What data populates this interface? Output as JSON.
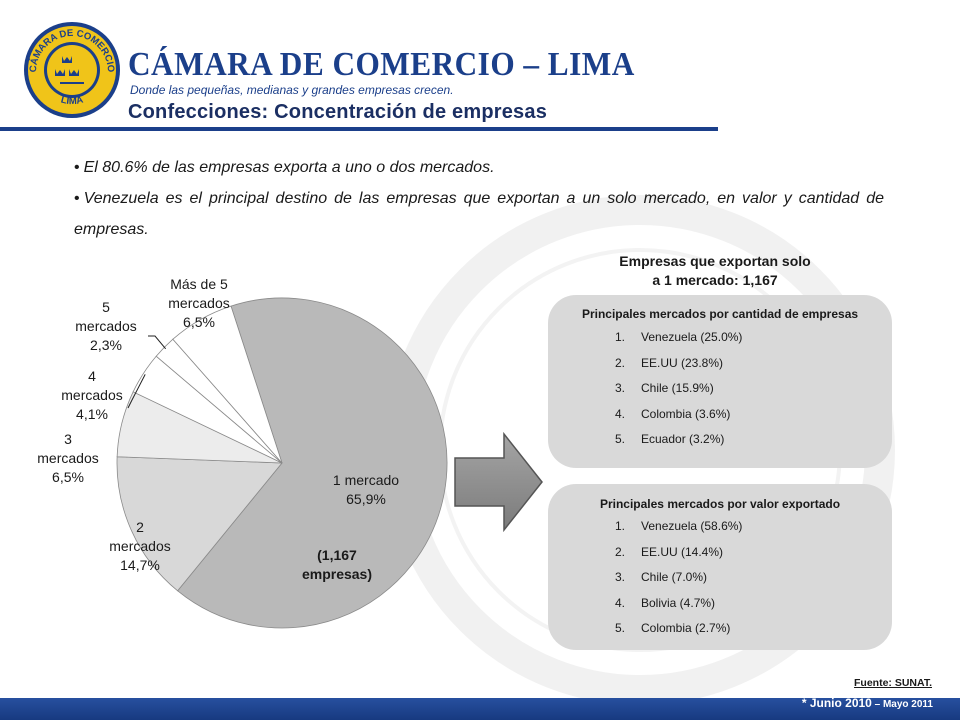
{
  "header": {
    "brand_title": "CÁMARA DE COMERCIO – LIMA",
    "tagline": "Donde las pequeñas, medianas y grandes empresas crecen.",
    "seal_text_top": "CÁMARA DE COMERCIO",
    "seal_text_bottom": "LIMA",
    "slide_title": "Confecciones: Concentración de empresas"
  },
  "bullets": [
    "El 80.6% de las empresas exporta a uno o dos mercados.",
    "Venezuela es el principal destino de las empresas que exportan a un solo mercado, en valor y cantidad de empresas."
  ],
  "chart_data": {
    "type": "pie",
    "start_angle_deg": -18,
    "slices": [
      {
        "label": "1 mercado",
        "display_value": "65,9%",
        "value": 65.9,
        "color": "#b9b9b9",
        "note": "(1,167 empresas)"
      },
      {
        "label": "2 mercados",
        "display_value": "14,7%",
        "value": 14.7,
        "color": "#d8d8d8"
      },
      {
        "label": "3 mercados",
        "display_value": "6,5%",
        "value": 6.5,
        "color": "#ececec"
      },
      {
        "label": "4 mercados",
        "display_value": "4,1%",
        "value": 4.1,
        "color": "#ffffff"
      },
      {
        "label": "5 mercados",
        "display_value": "2,3%",
        "value": 2.3,
        "color": "#ffffff"
      },
      {
        "label": "Más de 5 mercados",
        "display_value": "6,5%",
        "value": 6.5,
        "color": "#ffffff"
      }
    ],
    "labels": [
      {
        "lines": [
          "1 mercado",
          "65,9%"
        ]
      },
      {
        "lines": [
          "(1,167",
          "empresas)"
        ]
      },
      {
        "lines": [
          "2",
          "mercados",
          "14,7%"
        ]
      },
      {
        "lines": [
          "3",
          "mercados",
          "6,5%"
        ]
      },
      {
        "lines": [
          "4",
          "mercados",
          "4,1%"
        ]
      },
      {
        "lines": [
          "5",
          "mercados",
          "2,3%"
        ]
      },
      {
        "lines": [
          "Más de 5",
          "mercados",
          "6,5%"
        ]
      }
    ]
  },
  "right_panel": {
    "heading_line1": "Empresas que exportan solo",
    "heading_line2": "a 1 mercado: 1,167",
    "by_count": {
      "title": "Principales mercados por cantidad de empresas",
      "items": [
        {
          "n": "1.",
          "text": "Venezuela (25.0%)"
        },
        {
          "n": "2.",
          "text": "EE.UU (23.8%)"
        },
        {
          "n": "3.",
          "text": "Chile (15.9%)"
        },
        {
          "n": "4.",
          "text": "Colombia (3.6%)"
        },
        {
          "n": "5.",
          "text": "Ecuador (3.2%)"
        }
      ]
    },
    "by_value": {
      "title": "Principales mercados por valor exportado",
      "items": [
        {
          "n": "1.",
          "text": "Venezuela (58.6%)"
        },
        {
          "n": "2.",
          "text": "EE.UU (14.4%)"
        },
        {
          "n": "3.",
          "text": "Chile (7.0%)"
        },
        {
          "n": "4.",
          "text": "Bolivia (4.7%)"
        },
        {
          "n": "5.",
          "text": "Colombia (2.7%)"
        }
      ]
    }
  },
  "footer": {
    "source": "Fuente: SUNAT.",
    "period_main": "* Junio 2010",
    "period_small": " – Mayo 2011"
  },
  "colors": {
    "brand_blue": "#1b3f8a",
    "gold": "#f0c419",
    "box_gray": "#d9d9d9"
  }
}
